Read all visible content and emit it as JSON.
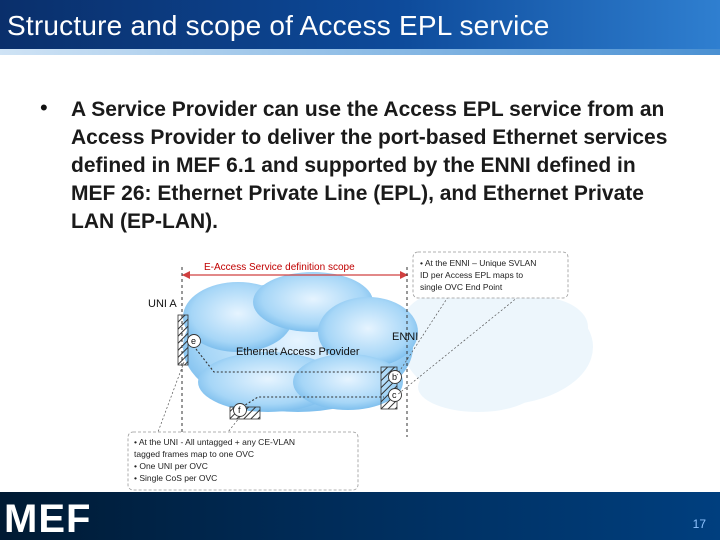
{
  "slide": {
    "title": "Structure and scope of Access EPL service",
    "page_number": "17",
    "logo_text": "MEF"
  },
  "body": {
    "bullet_symbol": "•",
    "bullet_text": "A Service Provider can use the Access EPL service from an Access Provider to deliver the port-based Ethernet services defined in MEF 6.1 and supported by the ENNI defined in MEF 26:  Ethernet Private Line (EPL), and Ethernet Private LAN (EP-LAN)."
  },
  "diagram": {
    "scope_label": "E-Access Service definition scope",
    "uni_label": "UNI  A",
    "enni_label": "ENNI",
    "cloud_label": "Ethernet Access Provider",
    "endpoint_e": "e",
    "endpoint_f": "f",
    "endpoint_b": "b",
    "endpoint_c": "c",
    "enni_note": {
      "line1": "• At the ENNI – Unique SVLAN",
      "line2": "ID per Access EPL maps to",
      "line3": "single OVC End Point"
    },
    "uni_note": {
      "line1": "• At the UNI  - All untagged + any CE-VLAN",
      "line2": "tagged frames map to one OVC",
      "line3": "• One UNI per OVC",
      "line4": "• Single CoS per OVC"
    }
  },
  "colors": {
    "title_bar": "#0d4a9a",
    "footer": "#002a55",
    "scope_label": "#c00000",
    "cloud": "#9fd0f5"
  }
}
